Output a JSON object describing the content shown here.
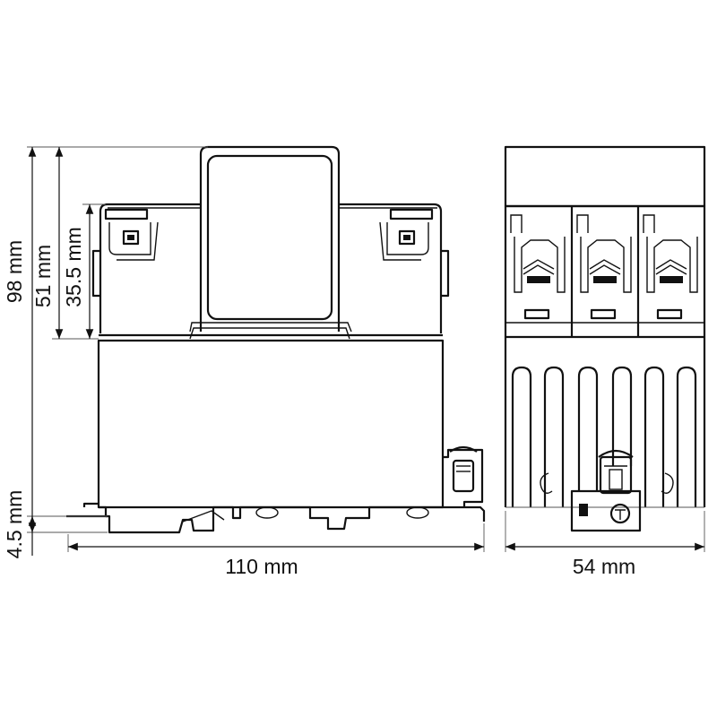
{
  "dimensions": {
    "height_total": "98 mm",
    "height_top": "51 mm",
    "height_cover": "35.5 mm",
    "height_rail": "4.5 mm",
    "width_side": "110 mm",
    "width_front": "54 mm"
  }
}
